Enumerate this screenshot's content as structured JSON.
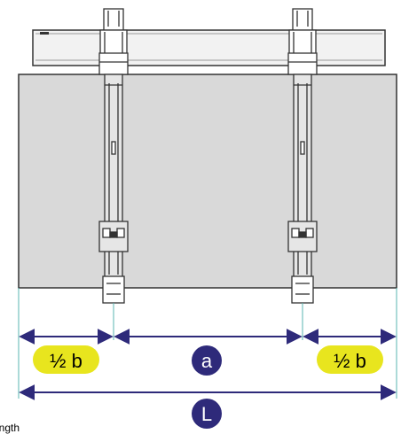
{
  "labels": {
    "half_b_left": "½ b",
    "a": "a",
    "half_b_right": "½ b",
    "L": "L"
  },
  "caption": "ength",
  "colors": {
    "panel": "#d9d9d9",
    "outline": "#333333",
    "dimension": "#2e2a7a",
    "marker_navy": "#2e2a7a",
    "marker_yellow": "#e8e51e",
    "guide": "#5ab5b0"
  }
}
